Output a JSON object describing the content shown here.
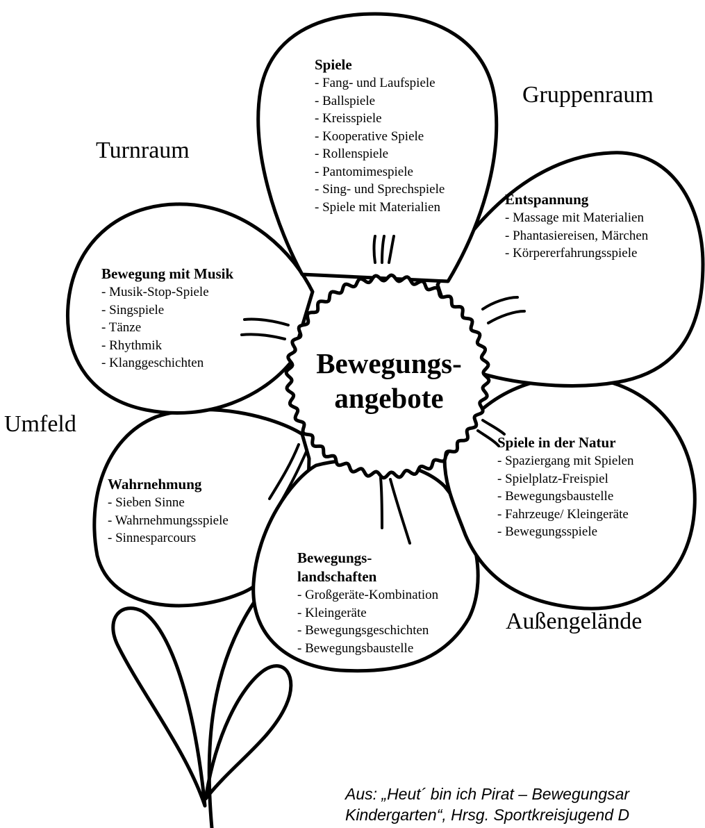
{
  "center": {
    "line1": "Bewegungs-",
    "line2": "angebote"
  },
  "areas": {
    "turnraum": "Turnraum",
    "gruppenraum": "Gruppenraum",
    "umfeld": "Umfeld",
    "aussengelaende": "Außengelände"
  },
  "petals": {
    "spiele": {
      "title": "Spiele",
      "items": [
        "- Fang- und Laufspiele",
        "- Ballspiele",
        "- Kreisspiele",
        "- Kooperative Spiele",
        "- Rollenspiele",
        "- Pantomimespiele",
        "- Sing- und Sprechspiele",
        "- Spiele mit Materialien"
      ]
    },
    "entspannung": {
      "title": "Entspannung",
      "items": [
        "- Massage mit Materialien",
        "- Phantasiereisen, Märchen",
        "- Körpererfahrungsspiele"
      ]
    },
    "musik": {
      "title": "Bewegung mit Musik",
      "items": [
        "- Musik-Stop-Spiele",
        "- Singspiele",
        "- Tänze",
        "- Rhythmik",
        "- Klanggeschichten"
      ]
    },
    "natur": {
      "title": "Spiele in der Natur",
      "items": [
        "- Spaziergang mit Spielen",
        "- Spielplatz-Freispiel",
        "- Bewegungsbaustelle",
        "- Fahrzeuge/ Kleingeräte",
        "- Bewegungsspiele"
      ]
    },
    "wahrnehmung": {
      "title": "Wahrnehmung",
      "items": [
        "- Sieben Sinne",
        "- Wahrnehmungsspiele",
        "- Sinnesparcours"
      ]
    },
    "landschaften": {
      "title1": "Bewegungs-",
      "title2": "landschaften",
      "items": [
        "- Großgeräte-Kombination",
        "- Kleingeräte",
        "- Bewegungsgeschichten",
        "- Bewegungsbaustelle"
      ]
    }
  },
  "source": {
    "line1": "Aus: „Heut´ bin ich Pirat – Bewegungsar",
    "line2": "Kindergarten“, Hrsg. Sportkreisjugend D"
  }
}
